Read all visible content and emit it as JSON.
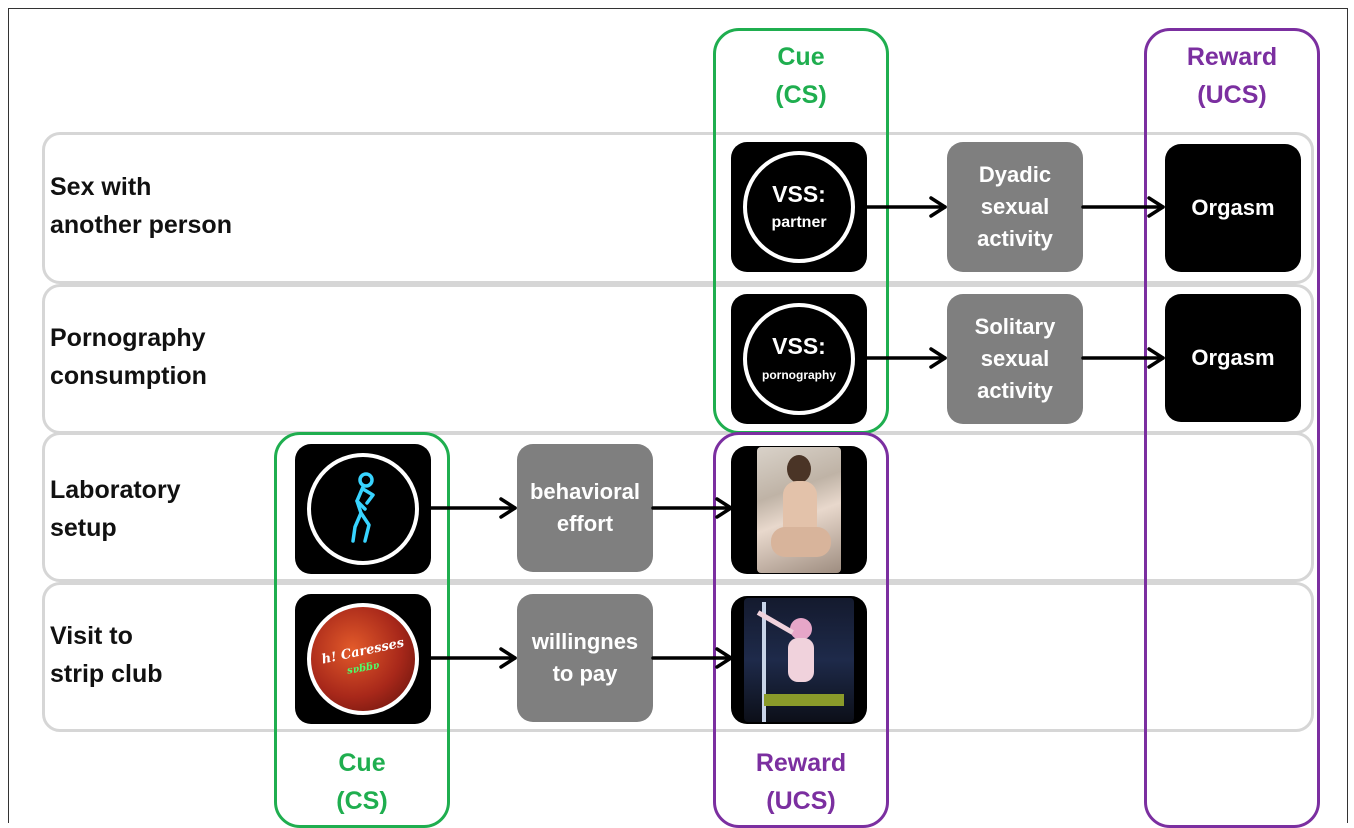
{
  "rows": [
    {
      "label": "Sex with\nanother person"
    },
    {
      "label": "Pornography\nconsumption"
    },
    {
      "label": "Laboratory\nsetup"
    },
    {
      "label": "Visit to\nstrip club"
    }
  ],
  "brackets": {
    "cue_top": {
      "title": "Cue\n(CS)"
    },
    "reward_top": {
      "title": "Reward\n(UCS)"
    },
    "cue_bottom": {
      "title": "Cue\n(CS)"
    },
    "reward_bottom": {
      "title": "Reward\n(UCS)"
    }
  },
  "nodes": {
    "vss_partner": {
      "main": "VSS:",
      "sub": "partner"
    },
    "vss_porn": {
      "main": "VSS:",
      "sub": "pornography"
    },
    "dyadic": {
      "label": "Dyadic\nsexual\nactivity"
    },
    "solitary": {
      "label": "Solitary\nsexual\nactivity"
    },
    "orgasm_1": {
      "label": "Orgasm"
    },
    "orgasm_2": {
      "label": "Orgasm"
    },
    "behavioral": {
      "label": "behavioral\neffort"
    },
    "willingness": {
      "label": "willingnes\nto pay"
    }
  },
  "images": {
    "dancer_icon": "neon-dancer-icon",
    "club_photo": "strip-club-sign-photo",
    "reward_photo_1": "woman-photo",
    "reward_photo_2": "pole-dancer-photo"
  },
  "colors": {
    "cue": "#1fae4f",
    "reward": "#7b2fa0",
    "box_dark": "#000000",
    "box_gray": "#7f7f7f",
    "row_border": "#d6d6d6"
  }
}
